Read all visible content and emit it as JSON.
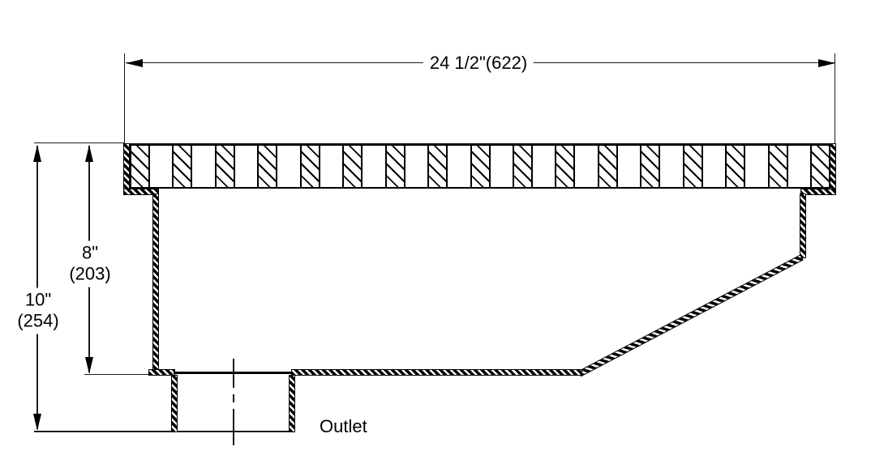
{
  "diagram": {
    "dims": {
      "width": {
        "label": "24 1/2\"(622)"
      },
      "depth_inner": {
        "imperial": "8\"",
        "metric": "(203)"
      },
      "depth_overall": {
        "imperial": "10\"",
        "metric": "(254)"
      }
    },
    "labels": {
      "outlet": "Outlet"
    },
    "grate": {
      "bar_count": 17
    },
    "colors": {
      "line": "#000000",
      "background": "#ffffff"
    }
  }
}
